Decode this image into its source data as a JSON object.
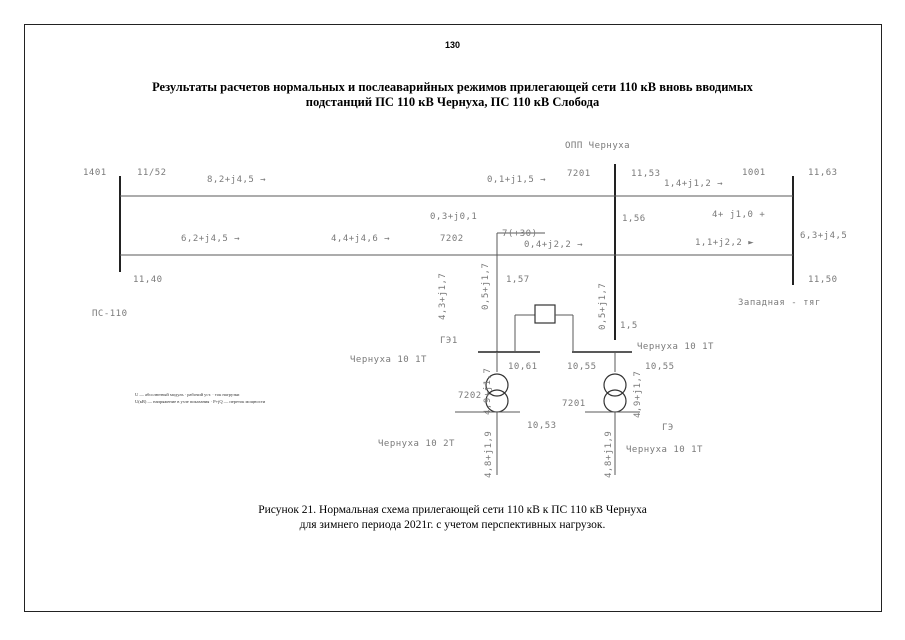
{
  "page": {
    "number": "130"
  },
  "title": {
    "line1": "Результаты расчетов нормальных и послеаварийных режимов прилегающей сети 110 кВ вновь вводимых",
    "line2": "подстанций ПС 110 кВ Чернуха, ПС 110 кВ Слобода"
  },
  "diagram": {
    "labels": {
      "top_node_name": "ОПП Чернуха",
      "left_node_id": "1401",
      "left_voltage": "11/52",
      "left_flow_top": "8,2+j4,5 →",
      "mid_flow_top": "0,1+j1,5 →",
      "node_7201": "7201",
      "node_7201_voltage": "11,53",
      "right_flow_top": "1,4+j1,2 →",
      "right_node_id": "1001",
      "right_voltage": "11,63",
      "line_flow_center": "0,3+j0,1",
      "line_flow_center2": "7(+30)",
      "bus_voltage_mid": "1,56",
      "right_flow_mid": "4+ j1,0 +",
      "left_flow_bottom": "6,2+j4,5 →",
      "mid_flow_bottom": "4,4+j4,6 →",
      "node_7202": "7202",
      "mid_right_flow": "0,4+j2,2 →",
      "right_flow_bottom": "1,1+j2,2 ►",
      "far_right_flow": "6,3+j4,5",
      "left_bottom_voltage": "11,40",
      "left_bottom_name": "ПС-110",
      "branch_left_flow1": "4,3+j1,7",
      "branch_left_flow2": "0,5+j1,7",
      "branch_left_voltage": "1,57",
      "branch_right_flow": "0,5+j1,7",
      "right_bottom_voltage": "11,50",
      "right_bottom_name": "Западная - тяг",
      "left_bus_name": "Чернуха 10 1Т",
      "left_bus_voltage": "10,61",
      "right_bus_voltage": "10,55",
      "right_bus_name": "Чернуха 10 1Т",
      "right_bus_tag": "10,55",
      "small_label_left": "ГЭ1",
      "small_label_right": "1,5",
      "trans_left_id": "7202",
      "trans_right_id": "7201",
      "trans_left_flow": "4,9+j1,7",
      "trans_right_flow": "4,9+j1,7",
      "low_voltage_mid": "10,53",
      "load_left": "4,8+j1,9",
      "load_right": "4,8+j1,9",
      "bottom_left_name": "Чернуха 10 2Т",
      "bottom_right_name": "Чернуха 10 1Т",
      "small_tag_right": "ГЭ"
    },
    "legend": {
      "line1": "U — абсолютный модуль · рабочий уст. · ток нагрузки",
      "line2": "U(кВ) — напряжение в узле показания · P+jQ — переток мощности"
    },
    "line_color": "#5a5a5a",
    "bus_color": "#222222"
  },
  "caption": {
    "line1": "Рисунок 21. Нормальная схема прилегающей сети 110 кВ к ПС 110 кВ Чернуха",
    "line2": "для зимнего периода 2021г. с учетом перспективных нагрузок."
  }
}
